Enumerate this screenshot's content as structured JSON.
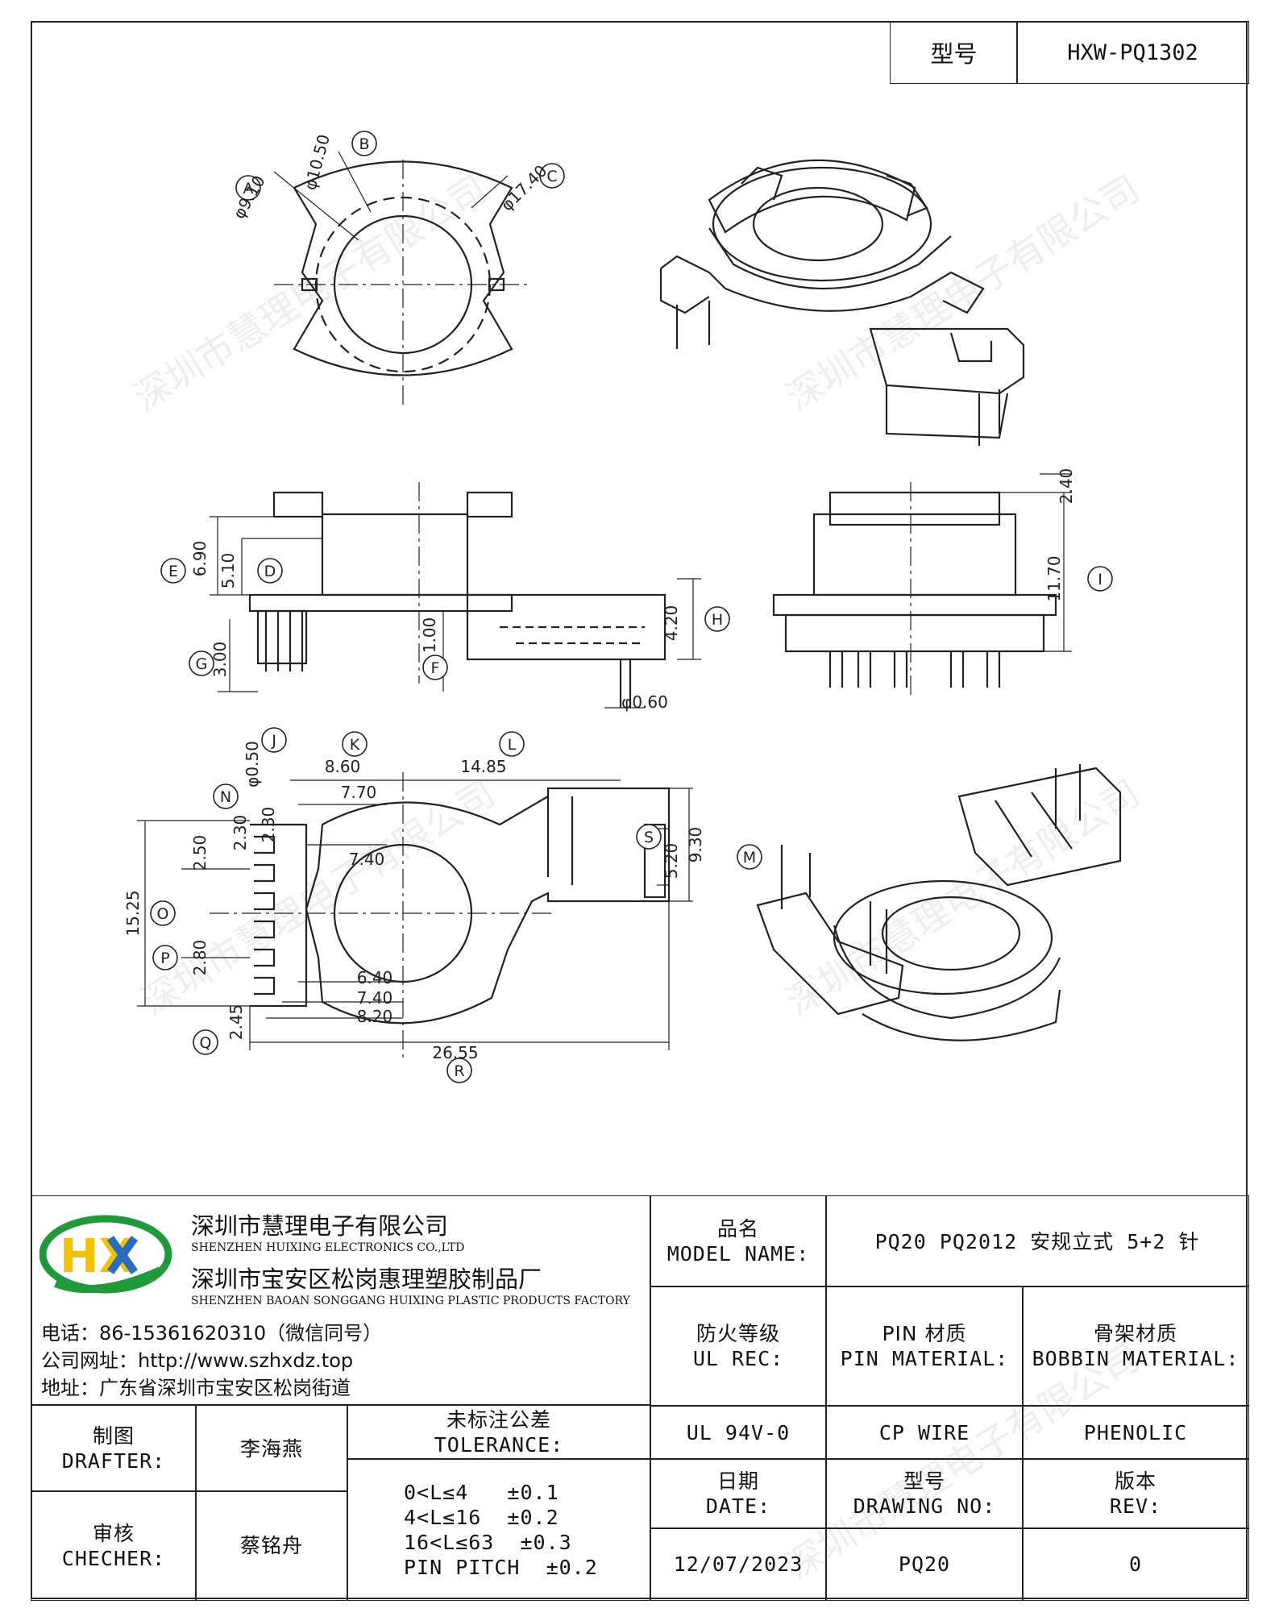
{
  "header": {
    "model_label": "型号",
    "model_value": "HXW-PQ1302"
  },
  "watermark": "深圳市慧理电子有限公司",
  "drawing": {
    "top_view": {
      "callouts": [
        "A",
        "B",
        "C"
      ],
      "dims": [
        "φ9.10",
        "φ10.50",
        "φ17.40"
      ]
    },
    "side_view_left": {
      "callouts": [
        "E",
        "D",
        "G",
        "F",
        "H"
      ],
      "dims": [
        "6.90",
        "5.10",
        "3.00",
        "1.00",
        "4.20",
        "φ0.60"
      ]
    },
    "side_view_right": {
      "callouts": [
        "I"
      ],
      "dims": [
        "2.40",
        "11.70"
      ]
    },
    "bottom_view": {
      "callouts": [
        "J",
        "K",
        "L",
        "N",
        "M",
        "S",
        "O",
        "P",
        "Q",
        "R"
      ],
      "dims": [
        "φ0.50",
        "8.60",
        "14.85",
        "2.30",
        "2.30",
        "7.70",
        "2.50",
        "7.40",
        "5.20",
        "9.30",
        "15.25",
        "2.80",
        "2.45",
        "6.40",
        "7.40",
        "8.20",
        "26.55"
      ]
    }
  },
  "company": {
    "name_cn": "深圳市慧理电子有限公司",
    "name_en": "SHENZHEN HUIXING ELECTRONICS CO.,LTD",
    "factory_cn": "深圳市宝安区松岗惠理塑胶制品厂",
    "factory_en": "SHENZHEN BAOAN SONGGANG HUIXING PLASTIC PRODUCTS FACTORY",
    "phone": "电话：86-15361620310（微信同号）",
    "website": "公司网址：http://www.szhxdz.top",
    "address": "地址：广东省深圳市宝安区松岗街道",
    "logo_text": "HX",
    "colors": {
      "logo_green": "#1e9a3a",
      "logo_yellow": "#f2c200",
      "logo_blue": "#2a6cc0"
    }
  },
  "title_block": {
    "model_name_cn": "品名",
    "model_name_en": "MODEL NAME:",
    "model_name_value": "PQ20 PQ2012 安规立式 5+2 针",
    "ul_cn": "防火等级",
    "ul_en": "UL REC:",
    "pin_cn": "PIN 材质",
    "pin_en": "PIN MATERIAL:",
    "bobbin_cn": "骨架材质",
    "bobbin_en": "BOBBIN MATERIAL:",
    "ul_value": "UL 94V-0",
    "pin_value": "CP WIRE",
    "bobbin_value": "PHENOLIC",
    "date_cn": "日期",
    "date_en": "DATE:",
    "drawing_no_cn": "型号",
    "drawing_no_en": "DRAWING NO:",
    "rev_cn": "版本",
    "rev_en": "REV:",
    "date_value": "12/07/2023",
    "drawing_no_value": "PQ20",
    "rev_value": "0"
  },
  "approval": {
    "drafter_cn": "制图",
    "drafter_en": "DRAFTER:",
    "drafter_name": "李海燕",
    "checker_cn": "审核",
    "checker_en": "CHECHER:",
    "checker_name": "蔡铭舟",
    "tolerance_cn": "未标注公差",
    "tolerance_en": "TOLERANCE:",
    "tolerances": [
      "0<L≤4   ±0.1",
      "4<L≤16  ±0.2",
      "16<L≤63  ±0.3",
      "PIN PITCH  ±0.2"
    ]
  }
}
